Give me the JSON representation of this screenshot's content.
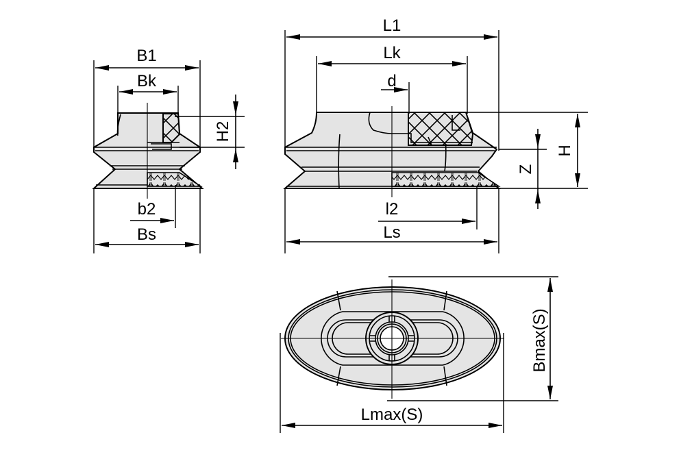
{
  "drawing": {
    "subject": "bellows suction cup, oval",
    "fill_color": "#e4e4e4",
    "line_color": "#000000",
    "views": {
      "side_view": {
        "labels": {
          "B1": "B1",
          "Bk": "Bk",
          "H2": "H2",
          "b2": "b2",
          "Bs": "Bs"
        }
      },
      "front_view": {
        "labels": {
          "L1": "L1",
          "Lk": "Lk",
          "d": "d",
          "H": "H",
          "Z": "Z",
          "l2": "l2",
          "Ls": "Ls"
        }
      },
      "bottom_view": {
        "labels": {
          "Lmax": "Lmax(S)",
          "Bmax": "Bmax(S)"
        }
      }
    }
  }
}
